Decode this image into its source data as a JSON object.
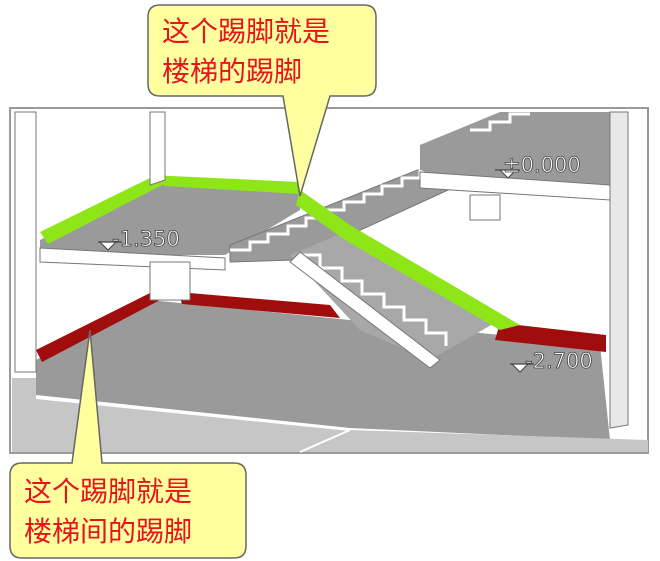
{
  "callout_top": {
    "line1": "这个踢脚就是",
    "line2": "楼梯的踢脚"
  },
  "callout_bottom": {
    "line1": "这个踢脚就是",
    "line2": "楼梯间的踢脚"
  },
  "levels": {
    "upper": "±0.000",
    "middle": "-1.350",
    "lower": "-2.700"
  },
  "colors": {
    "stair_skirting": "#8ee619",
    "room_skirting": "#a00d0d",
    "callout_fill": "#ffffa0",
    "callout_text": "#e8141c"
  }
}
